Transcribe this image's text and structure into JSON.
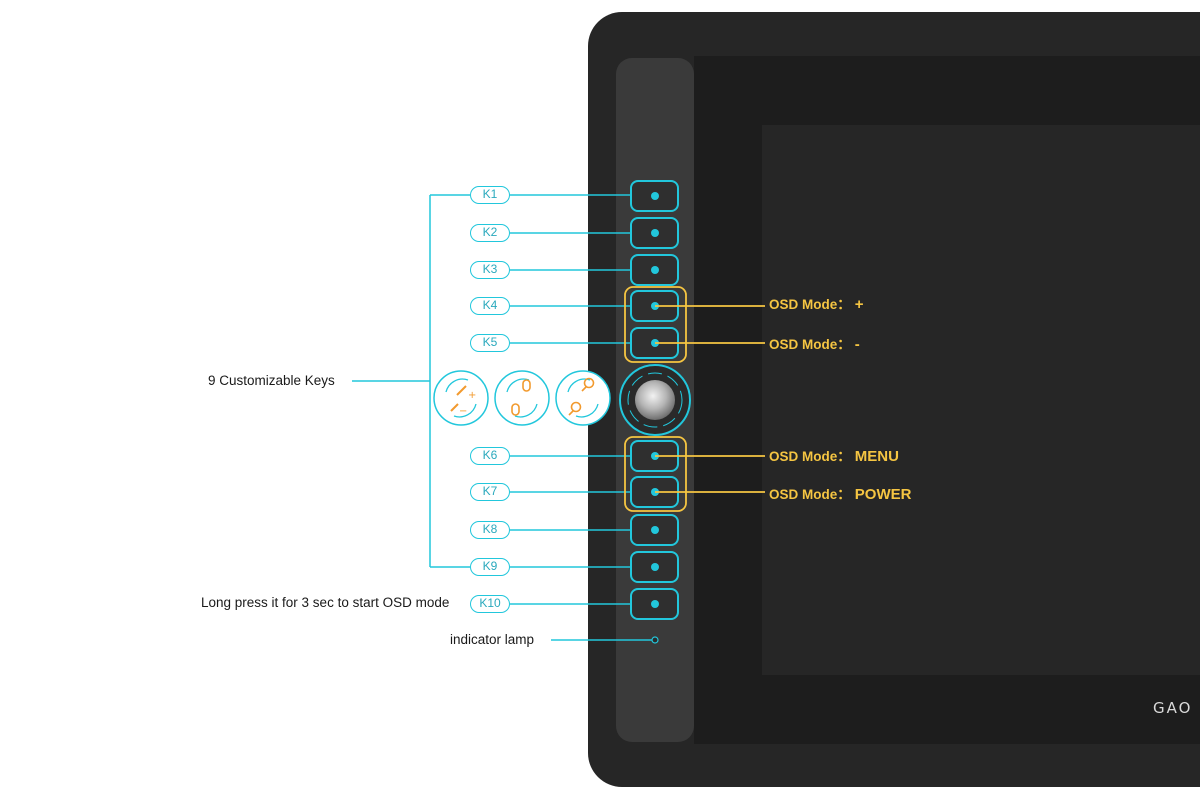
{
  "colors": {
    "accent_cyan": "#22c7dc",
    "osd_yellow": "#f5c542",
    "icon_orange": "#f29a2e",
    "bezel": "#2b2b2b",
    "screen": "#1c1c1c"
  },
  "keys": [
    {
      "label": "K1"
    },
    {
      "label": "K2"
    },
    {
      "label": "K3"
    },
    {
      "label": "K4"
    },
    {
      "label": "K5"
    },
    {
      "label": "K6"
    },
    {
      "label": "K7"
    },
    {
      "label": "K8"
    },
    {
      "label": "K9"
    },
    {
      "label": "K10"
    }
  ],
  "callouts": {
    "customizable_keys": "9 Customizable Keys",
    "long_press": "Long press it for 3 sec to start OSD mode",
    "indicator_lamp": "indicator lamp"
  },
  "osd": [
    {
      "prefix": "OSD Mode：",
      "value": "+"
    },
    {
      "prefix": "OSD Mode：",
      "value": "-"
    },
    {
      "prefix": "OSD Mode：",
      "value": "MENU"
    },
    {
      "prefix": "OSD Mode：",
      "value": "POWER"
    }
  ],
  "dial_icons": [
    "brush-size-icon",
    "scroll-icon",
    "zoom-icon"
  ],
  "brand": "GAO"
}
